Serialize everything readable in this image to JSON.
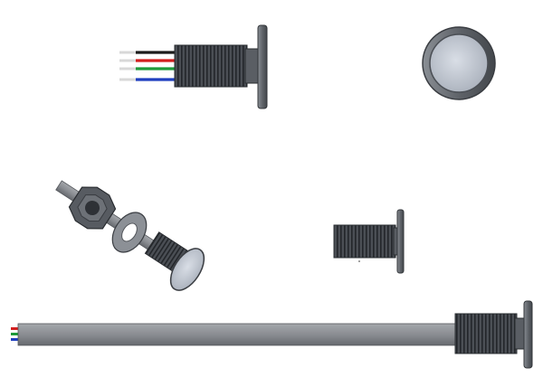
{
  "views": [
    {
      "id": "side-view-with-wires",
      "label": ""
    },
    {
      "id": "front-face-view",
      "label": ""
    },
    {
      "id": "exploded-assembly-view",
      "label": ""
    },
    {
      "id": "bare-body-view",
      "label": ""
    },
    {
      "id": "long-cable-assembly-view",
      "label": ""
    }
  ],
  "wire_colors": {
    "black": "#1a1a1a",
    "red": "#d21f1f",
    "green": "#1e9a3a",
    "blue": "#1f3fbf"
  },
  "part_colors": {
    "body": "#5a5e64",
    "thread_dark": "#2e3136",
    "bezel": "#6c7076",
    "face": "#c9cfd8",
    "cable": "#8a8d92",
    "pin": "#d8d8d8"
  }
}
